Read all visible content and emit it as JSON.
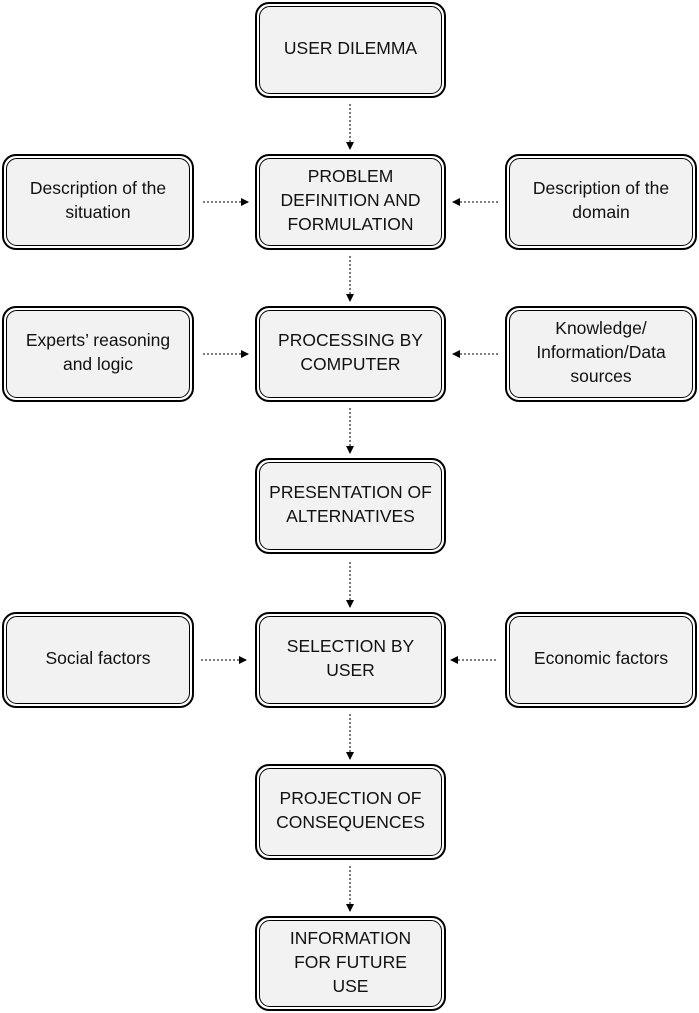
{
  "main_flow": [
    "USER DILEMMA",
    "PROBLEM DEFINITION AND FORMULATION",
    "PROCESSING BY COMPUTER",
    "PRESENTATION OF ALTERNATIVES",
    "SELECTION BY USER",
    "PROJECTION OF CONSEQUENCES",
    "INFORMATION FOR FUTURE USE"
  ],
  "left_inputs": [
    "Description of the situation",
    "Experts’ reasoning and logic",
    "Social factors"
  ],
  "right_inputs": [
    "Description of the domain",
    "Knowledge/ Information/Data sources",
    "Economic factors"
  ],
  "colors": {
    "box_fill": "#f2f2f2",
    "border": "#000000",
    "arrow": "#000000"
  }
}
